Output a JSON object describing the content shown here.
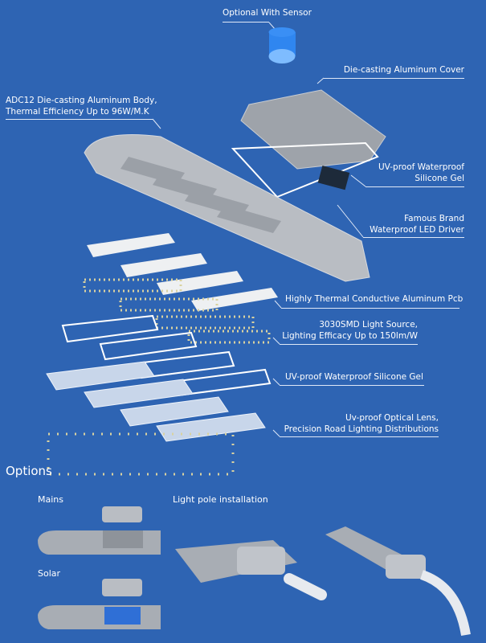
{
  "callouts": {
    "sensor": "Optional With Sensor",
    "cover": "Die-casting Aluminum Cover",
    "body_line1": "ADC12 Die-casting Aluminum Body,",
    "body_line2": "Thermal Efficiency Up to 96W/M.K",
    "gel_top_line1": "UV-proof Waterproof",
    "gel_top_line2": "Silicone Gel",
    "driver_line1": "Famous Brand",
    "driver_line2": "Waterproof LED Driver",
    "pcb": "Highly Thermal Conductive Aluminum Pcb",
    "smd_line1": "3030SMD Light Source,",
    "smd_line2": "Lighting Efficacy Up to 150lm/W",
    "gel_bottom": "UV-proof Waterproof Silicone Gel",
    "lens_line1": "Uv-proof Optical Lens,",
    "lens_line2": "Precision Road Lighting Distributions"
  },
  "options": {
    "title": "Options",
    "mains": "Mains",
    "solar": "Solar",
    "pole": "Light pole installation"
  },
  "colors": {
    "background": "#2e64b3",
    "metal": "#b9bdc3",
    "line": "#dfe8f7"
  }
}
